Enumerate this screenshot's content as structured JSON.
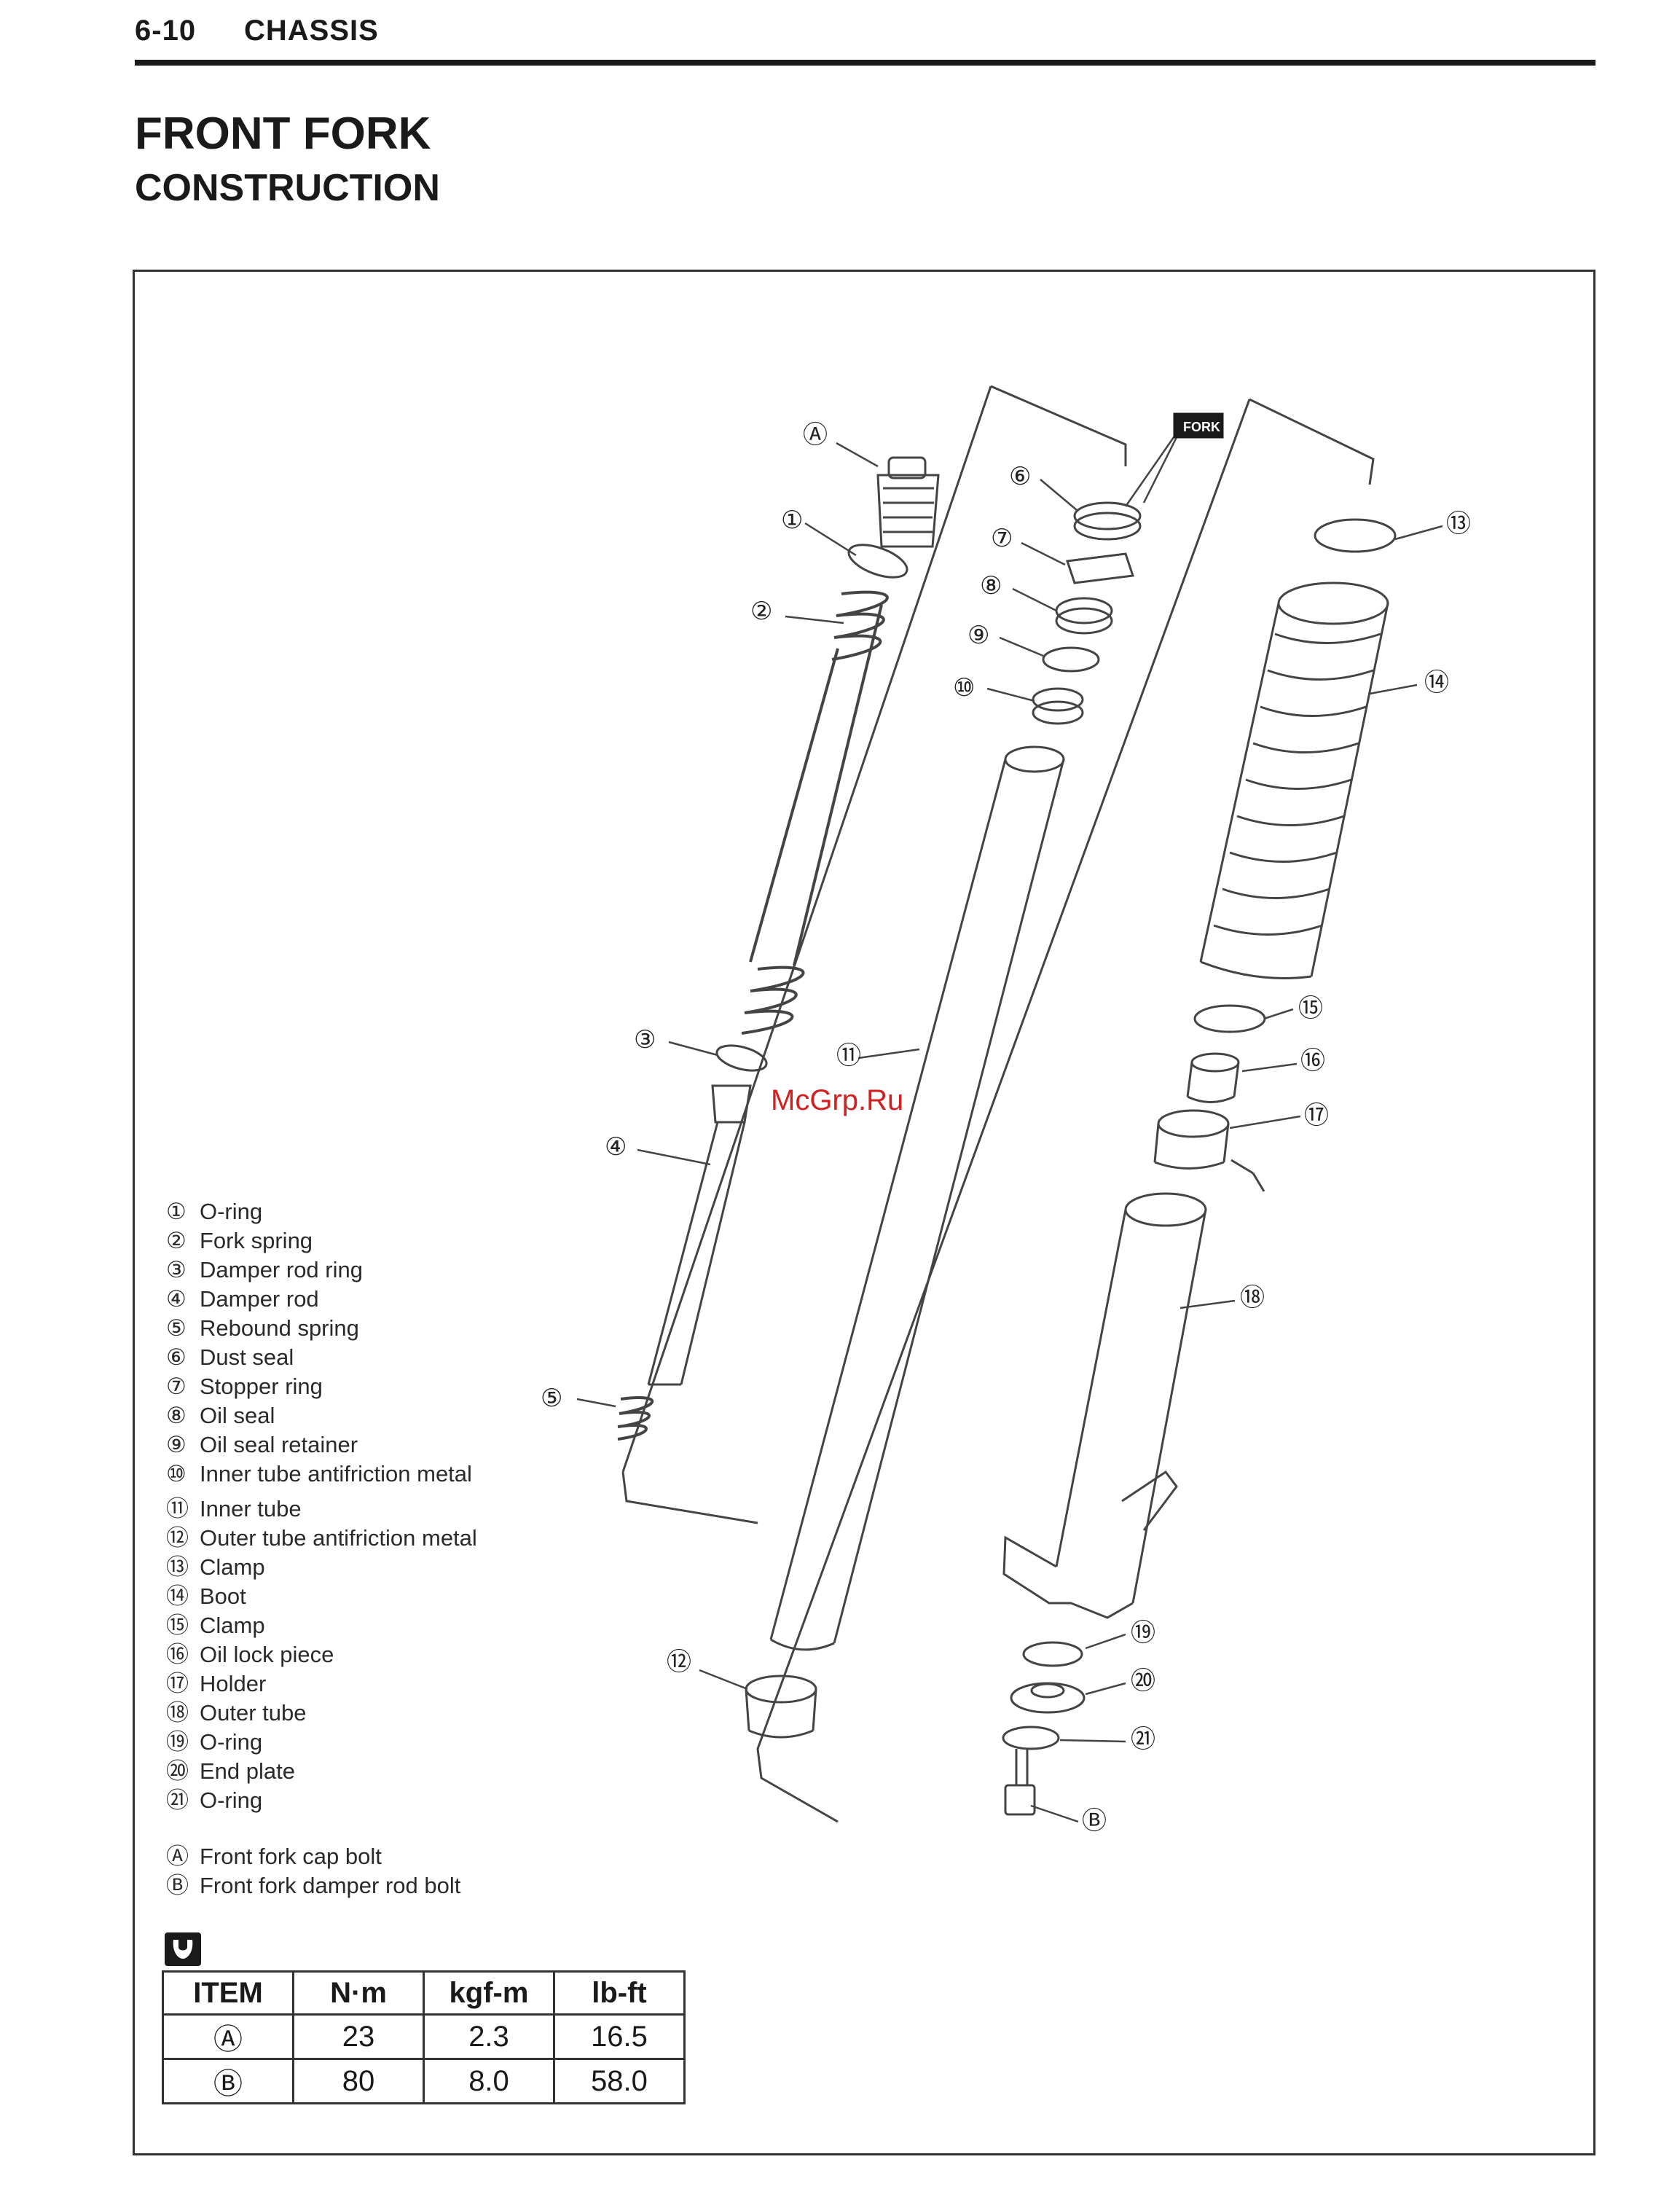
{
  "header": {
    "page": "6-10",
    "section": "CHASSIS"
  },
  "title": "FRONT FORK",
  "subtitle": "CONSTRUCTION",
  "watermark": "McGrp.Ru",
  "fork_label": "FORK",
  "callouts": [
    "①",
    "②",
    "③",
    "④",
    "⑤",
    "⑥",
    "⑦",
    "⑧",
    "⑨",
    "⑩",
    "⑪",
    "⑫",
    "⑬",
    "⑭",
    "⑮",
    "⑯",
    "⑰",
    "⑱",
    "⑲",
    "⑳",
    "㉑",
    "Ⓐ",
    "Ⓑ"
  ],
  "legend": [
    {
      "num": "①",
      "text": "O-ring"
    },
    {
      "num": "②",
      "text": "Fork spring"
    },
    {
      "num": "③",
      "text": "Damper rod ring"
    },
    {
      "num": "④",
      "text": "Damper rod"
    },
    {
      "num": "⑤",
      "text": "Rebound spring"
    },
    {
      "num": "⑥",
      "text": "Dust seal"
    },
    {
      "num": "⑦",
      "text": "Stopper ring"
    },
    {
      "num": "⑧",
      "text": "Oil seal"
    },
    {
      "num": "⑨",
      "text": "Oil seal retainer"
    },
    {
      "num": "⑩",
      "text": "Inner tube antifriction metal"
    },
    {
      "num": "⑪",
      "text": "Inner tube"
    },
    {
      "num": "⑫",
      "text": "Outer tube antifriction metal"
    },
    {
      "num": "⑬",
      "text": "Clamp"
    },
    {
      "num": "⑭",
      "text": "Boot"
    },
    {
      "num": "⑮",
      "text": "Clamp"
    },
    {
      "num": "⑯",
      "text": "Oil lock piece"
    },
    {
      "num": "⑰",
      "text": "Holder"
    },
    {
      "num": "⑱",
      "text": "Outer tube"
    },
    {
      "num": "⑲",
      "text": "O-ring"
    },
    {
      "num": "⑳",
      "text": "End plate"
    },
    {
      "num": "㉑",
      "text": "O-ring"
    }
  ],
  "bolts": [
    {
      "num": "Ⓐ",
      "text": "Front fork cap bolt"
    },
    {
      "num": "Ⓑ",
      "text": "Front fork damper rod bolt"
    }
  ],
  "torque_table": {
    "headers": [
      "ITEM",
      "N·m",
      "kgf-m",
      "lb-ft"
    ],
    "rows": [
      [
        "Ⓐ",
        "23",
        "2.3",
        "16.5"
      ],
      [
        "Ⓑ",
        "80",
        "8.0",
        "58.0"
      ]
    ]
  }
}
